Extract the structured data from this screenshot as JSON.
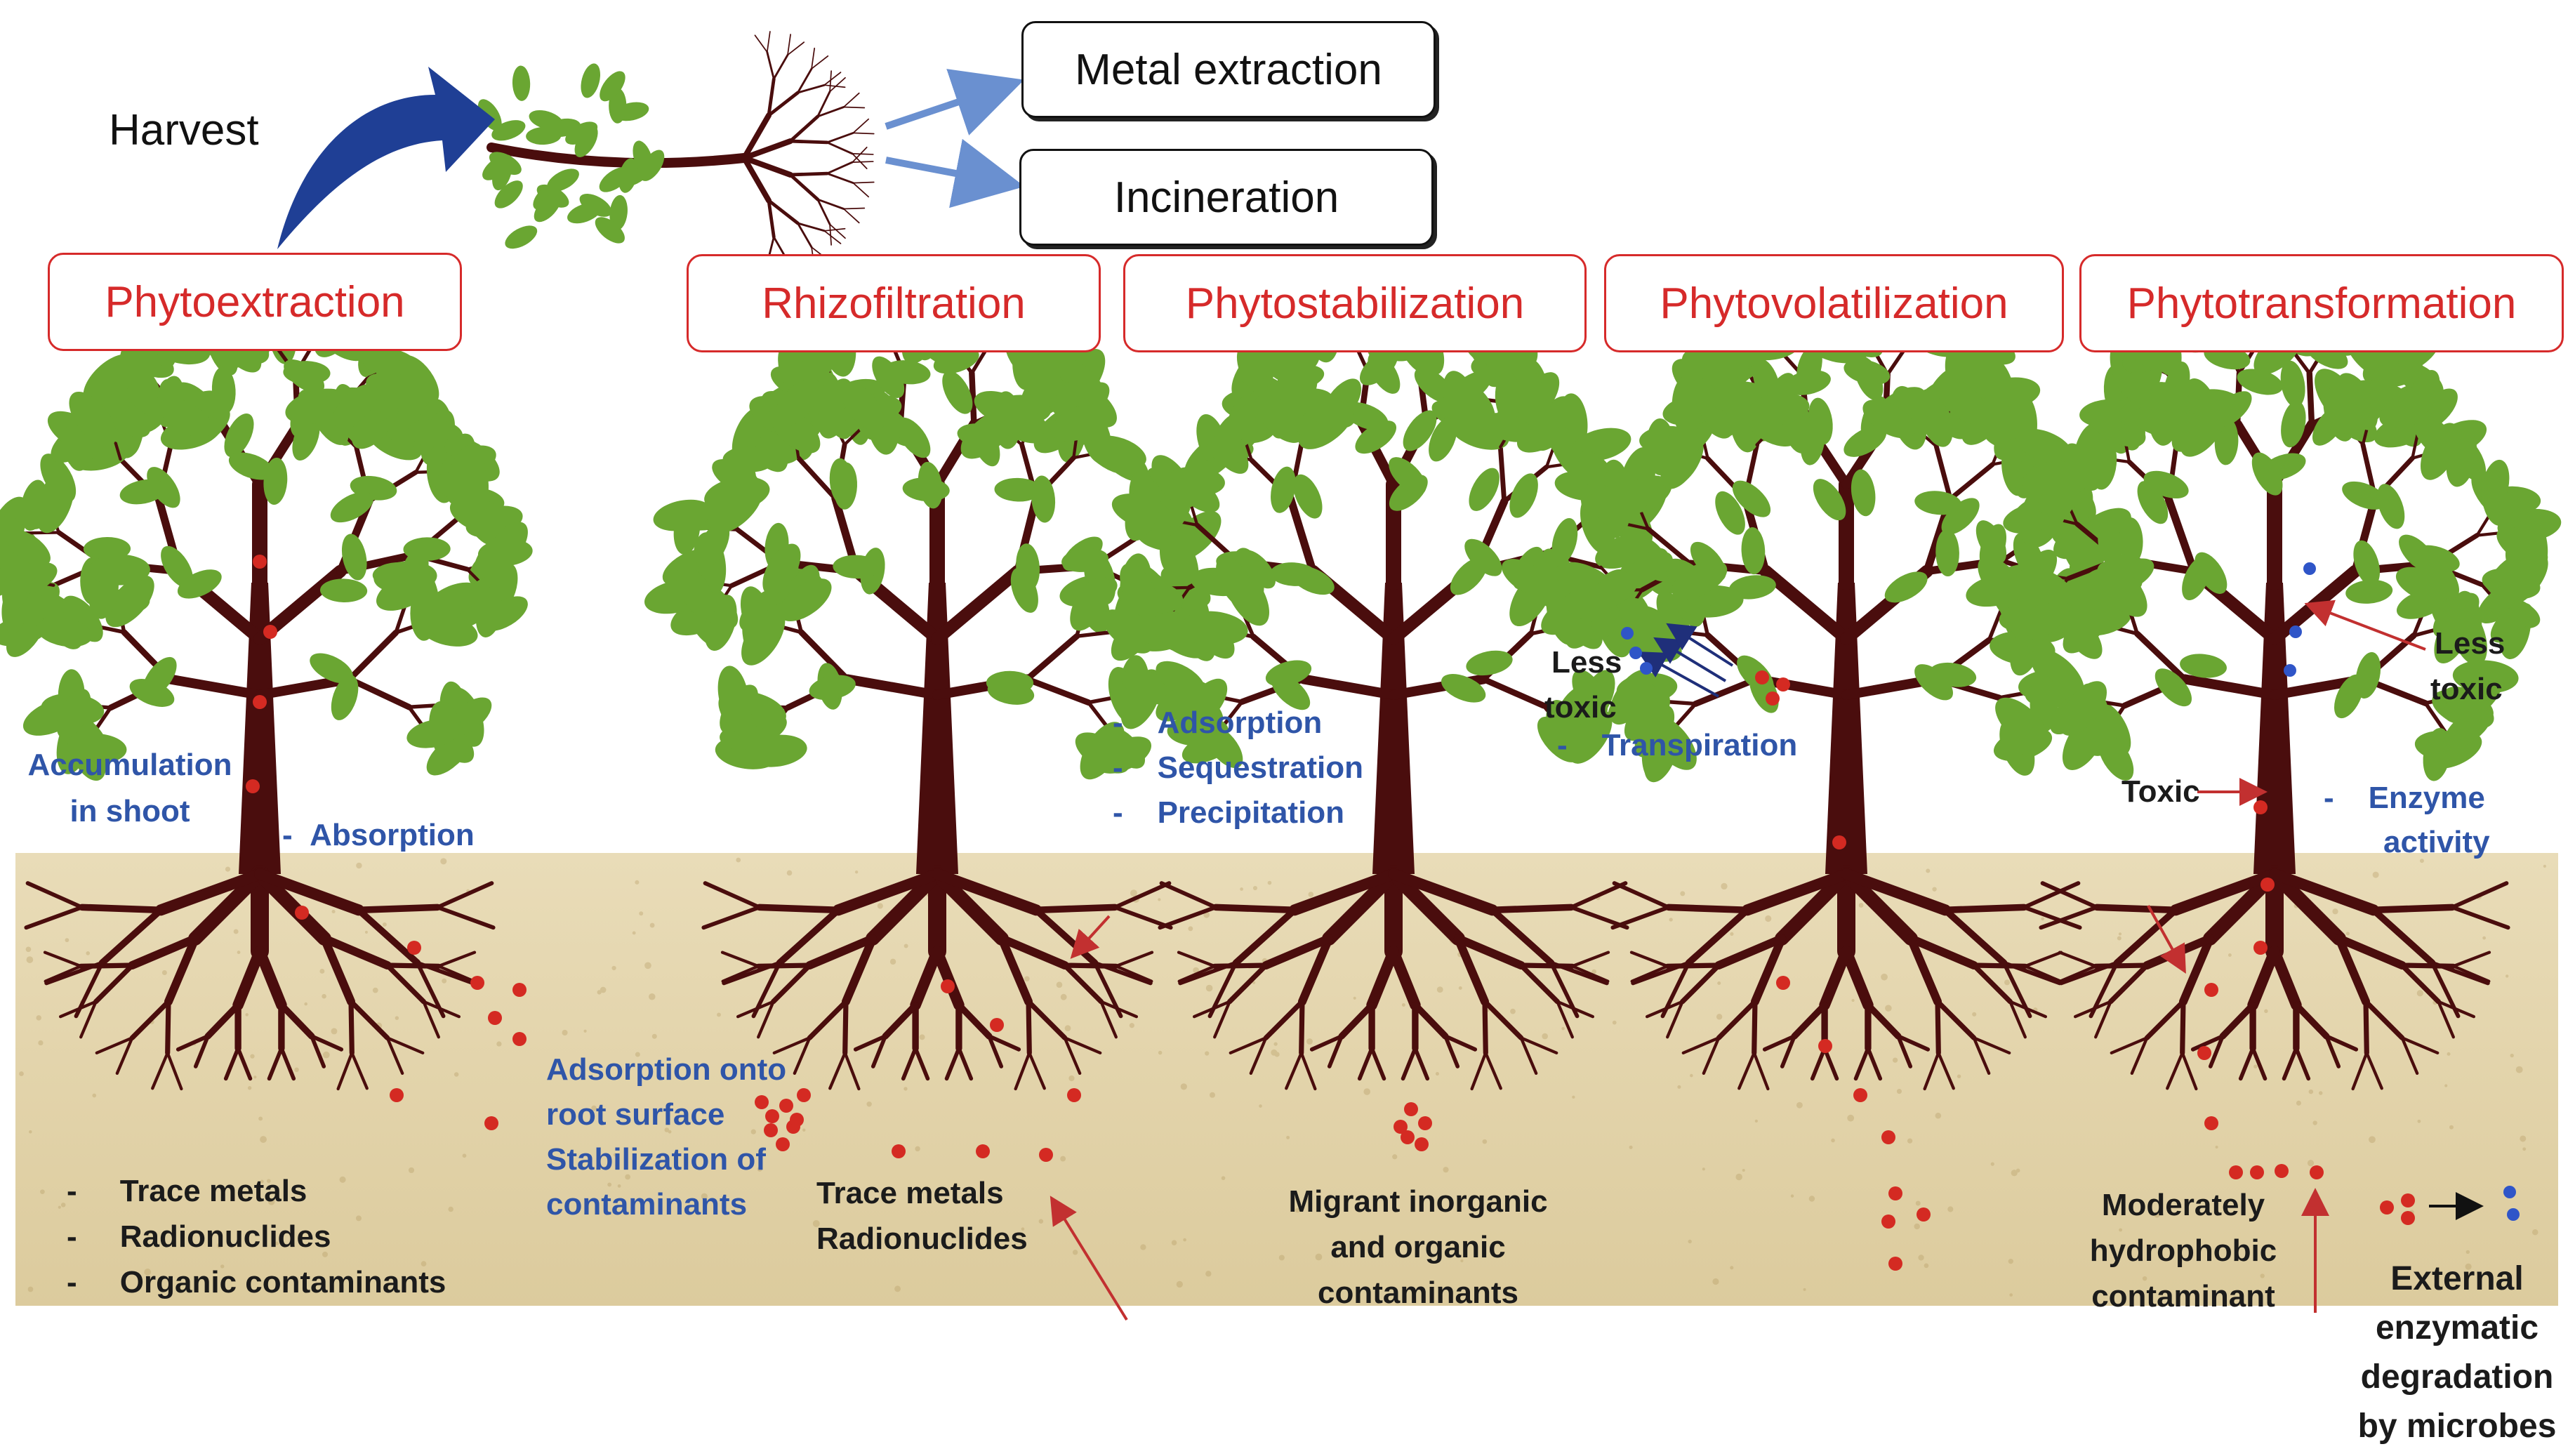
{
  "top": {
    "harvest": "Harvest",
    "metal_extraction": "Metal extraction",
    "incineration": "Incineration"
  },
  "methods": [
    {
      "label": "Phytoextraction"
    },
    {
      "label": "Rhizofiltration"
    },
    {
      "label": "Phytostabilization"
    },
    {
      "label": "Phytovolatilization"
    },
    {
      "label": "Phytotransformation"
    }
  ],
  "annotations": {
    "accumulation": "Accumulation",
    "in_shoot": "in shoot",
    "absorption": "Absorption",
    "ex_contaminants": [
      "Trace metals",
      "Radionuclides",
      "Organic contaminants"
    ],
    "rf_adsorption_onto": "Adsorption onto",
    "rf_root_surface": "root surface",
    "rf_stabilization_of": "Stabilization of",
    "rf_contaminants": "contaminants",
    "rf_trace_metals": "Trace metals",
    "rf_radionuclides": "Radionuclides",
    "ps_processes": [
      "Adsorption",
      "Sequestration",
      "Precipitation"
    ],
    "ps_migrant_1": "Migrant inorganic",
    "ps_migrant_2": "and organic",
    "ps_migrant_3": "contaminants",
    "pv_less": "Less",
    "pv_toxic": "toxic",
    "pv_transpiration": "Transpiration",
    "pt_less": "Less",
    "pt_toxic_low": "toxic",
    "pt_toxic": "Toxic",
    "pt_enzyme": "Enzyme",
    "pt_activity": "activity",
    "pt_mod_1": "Moderately",
    "pt_mod_2": "hydrophobic",
    "pt_mod_3": "contaminant",
    "pt_ext_1": "External",
    "pt_ext_2": "enzymatic",
    "pt_ext_3": "degradation",
    "pt_ext_4": "by microbes"
  },
  "colors": {
    "method_box": "#d62a2a",
    "annotation_blue": "#2f55a8",
    "soil": "#e3d5b0",
    "trunk": "#4a0d0d",
    "leaf": "#6aa632",
    "contaminant": "#d42a22",
    "arrow_blue": "#1f3f95"
  }
}
